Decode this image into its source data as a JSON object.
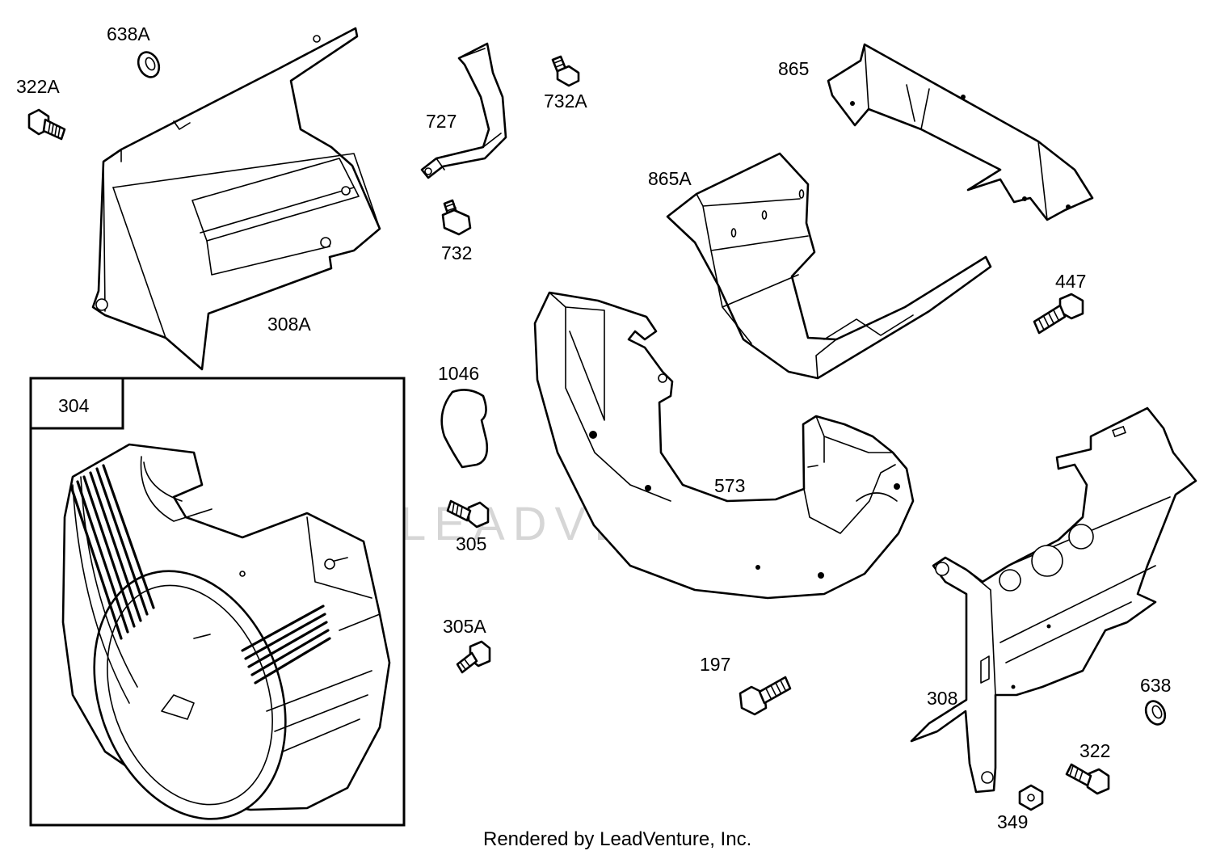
{
  "diagram": {
    "watermark": "LEADVENTURE",
    "footer": "Rendered by LeadVenture, Inc.",
    "inset_label": "304",
    "labels": {
      "p638A": "638A",
      "p322A": "322A",
      "p308A": "308A",
      "p727": "727",
      "p732A": "732A",
      "p732": "732",
      "p865": "865",
      "p865A": "865A",
      "p447": "447",
      "p1046": "1046",
      "p573": "573",
      "p305": "305",
      "p305A": "305A",
      "p197": "197",
      "p308": "308",
      "p638": "638",
      "p322": "322",
      "p349": "349"
    }
  }
}
